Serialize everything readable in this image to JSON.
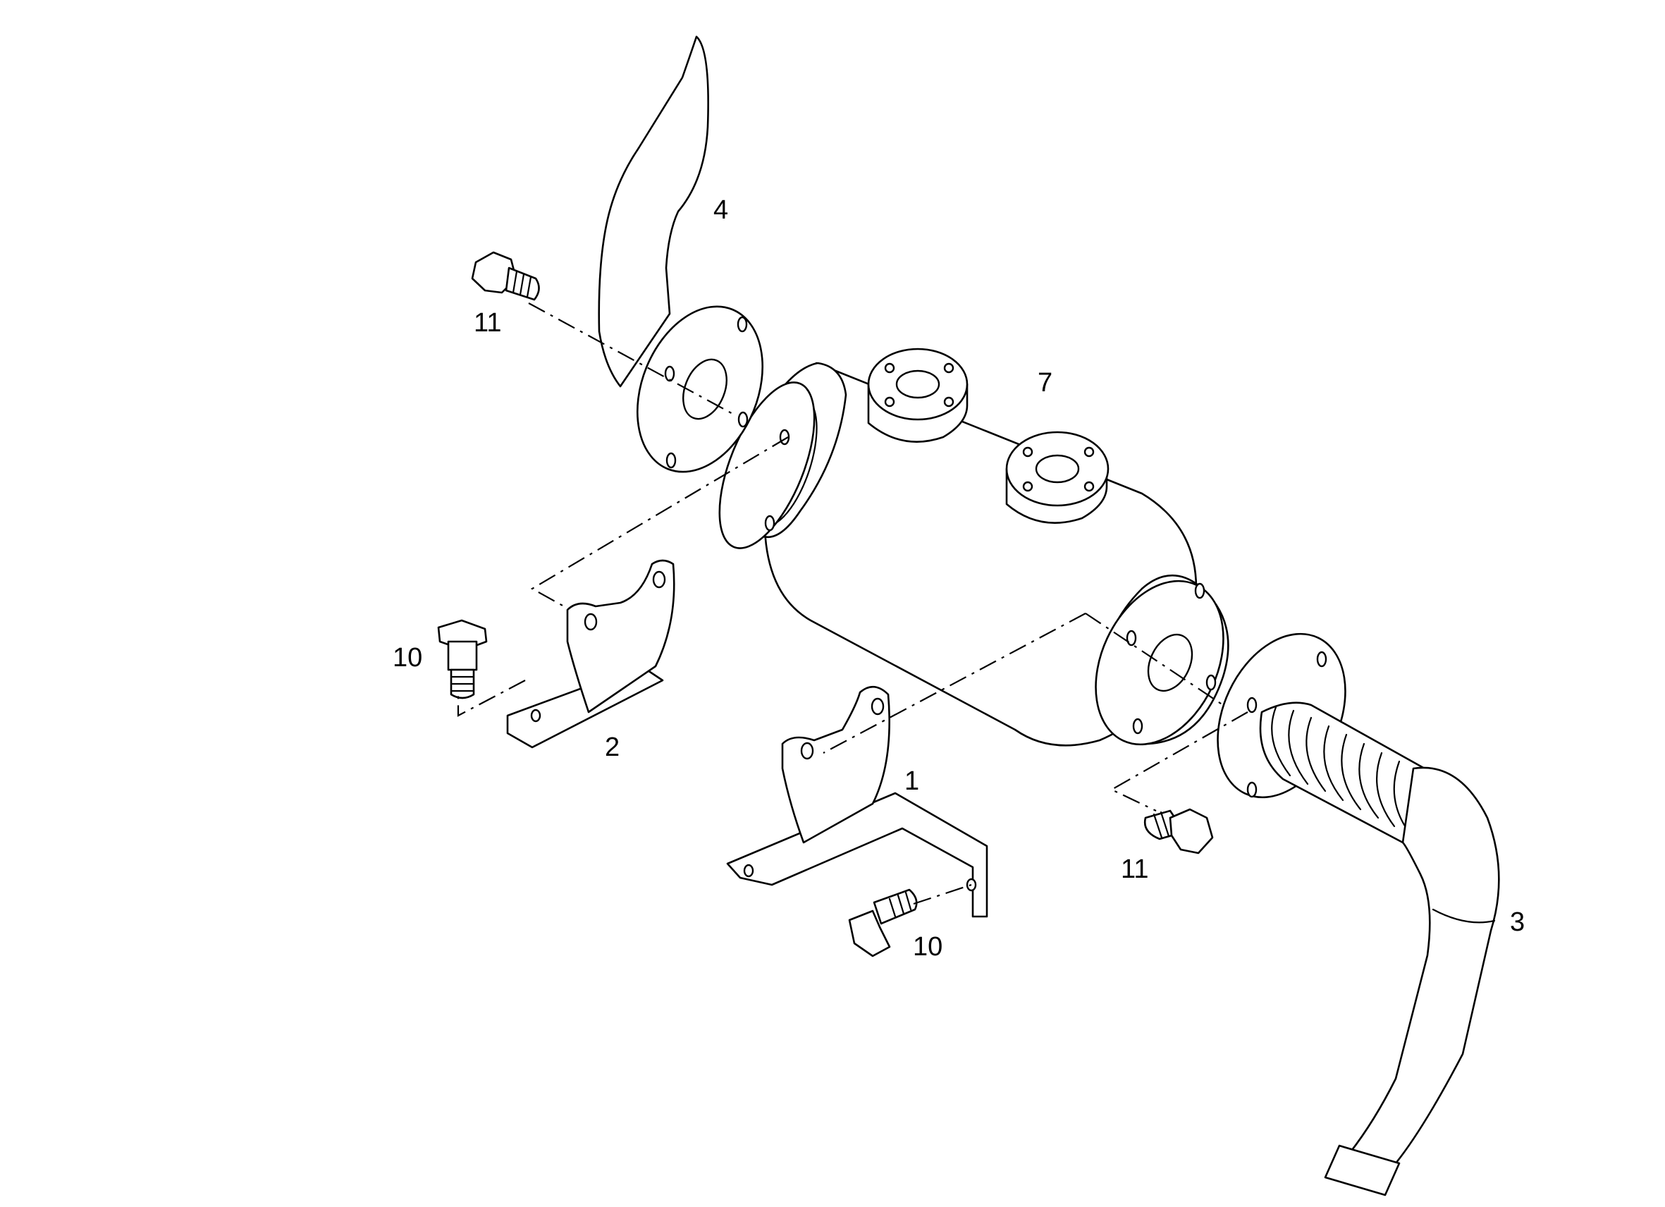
{
  "callouts": {
    "flexible_hose": "3",
    "exhaust_pipe": "4",
    "silencer": "7",
    "bracket_front": "1",
    "bracket_rear": "2",
    "bolt_10_left": "10",
    "bolt_10_bottom": "10",
    "bolt_11_top": "11",
    "bolt_11_right": "11"
  },
  "colors": {
    "line": "#000000",
    "background": "#ffffff"
  }
}
